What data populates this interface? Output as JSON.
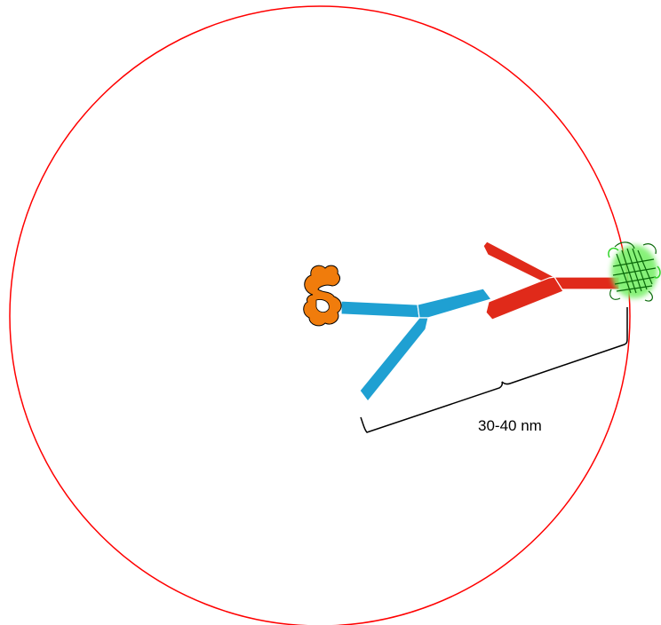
{
  "diagram": {
    "distance_label": "30-40 nm",
    "colors": {
      "range_circle": "#ff0000",
      "primary_antibody": "#1fa0d2",
      "secondary_antibody": "#e02a1a",
      "target_protein": "#f07c0c",
      "fluorescent_protein": "#2edc1a",
      "outline": "#000000"
    },
    "components": [
      "target-protein",
      "primary-antibody",
      "secondary-antibody",
      "fluorescent-protein",
      "range-circle",
      "distance-bracket"
    ]
  }
}
